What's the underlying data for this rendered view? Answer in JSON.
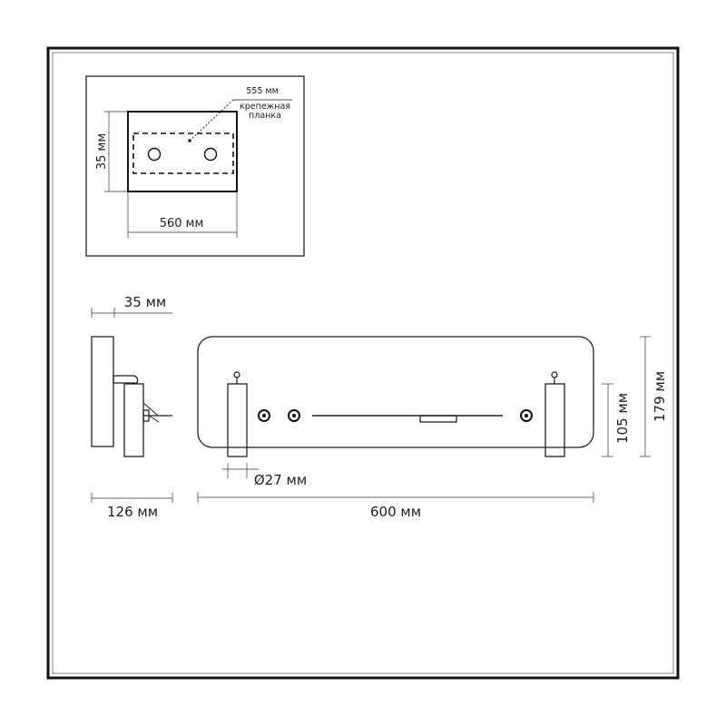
{
  "inset": {
    "top_dim": "555 мм",
    "note_line1": "крепежная",
    "note_line2": "планка",
    "left_dim": "35 мм",
    "bottom_dim": "560 мм"
  },
  "side_view": {
    "depth_dim": "35 мм",
    "width_dim": "126 мм"
  },
  "front_view": {
    "diameter_dim": "Ø27 мм",
    "length_dim": "600 мм",
    "inner_height_dim": "105 мм",
    "height_dim": "179 мм"
  }
}
